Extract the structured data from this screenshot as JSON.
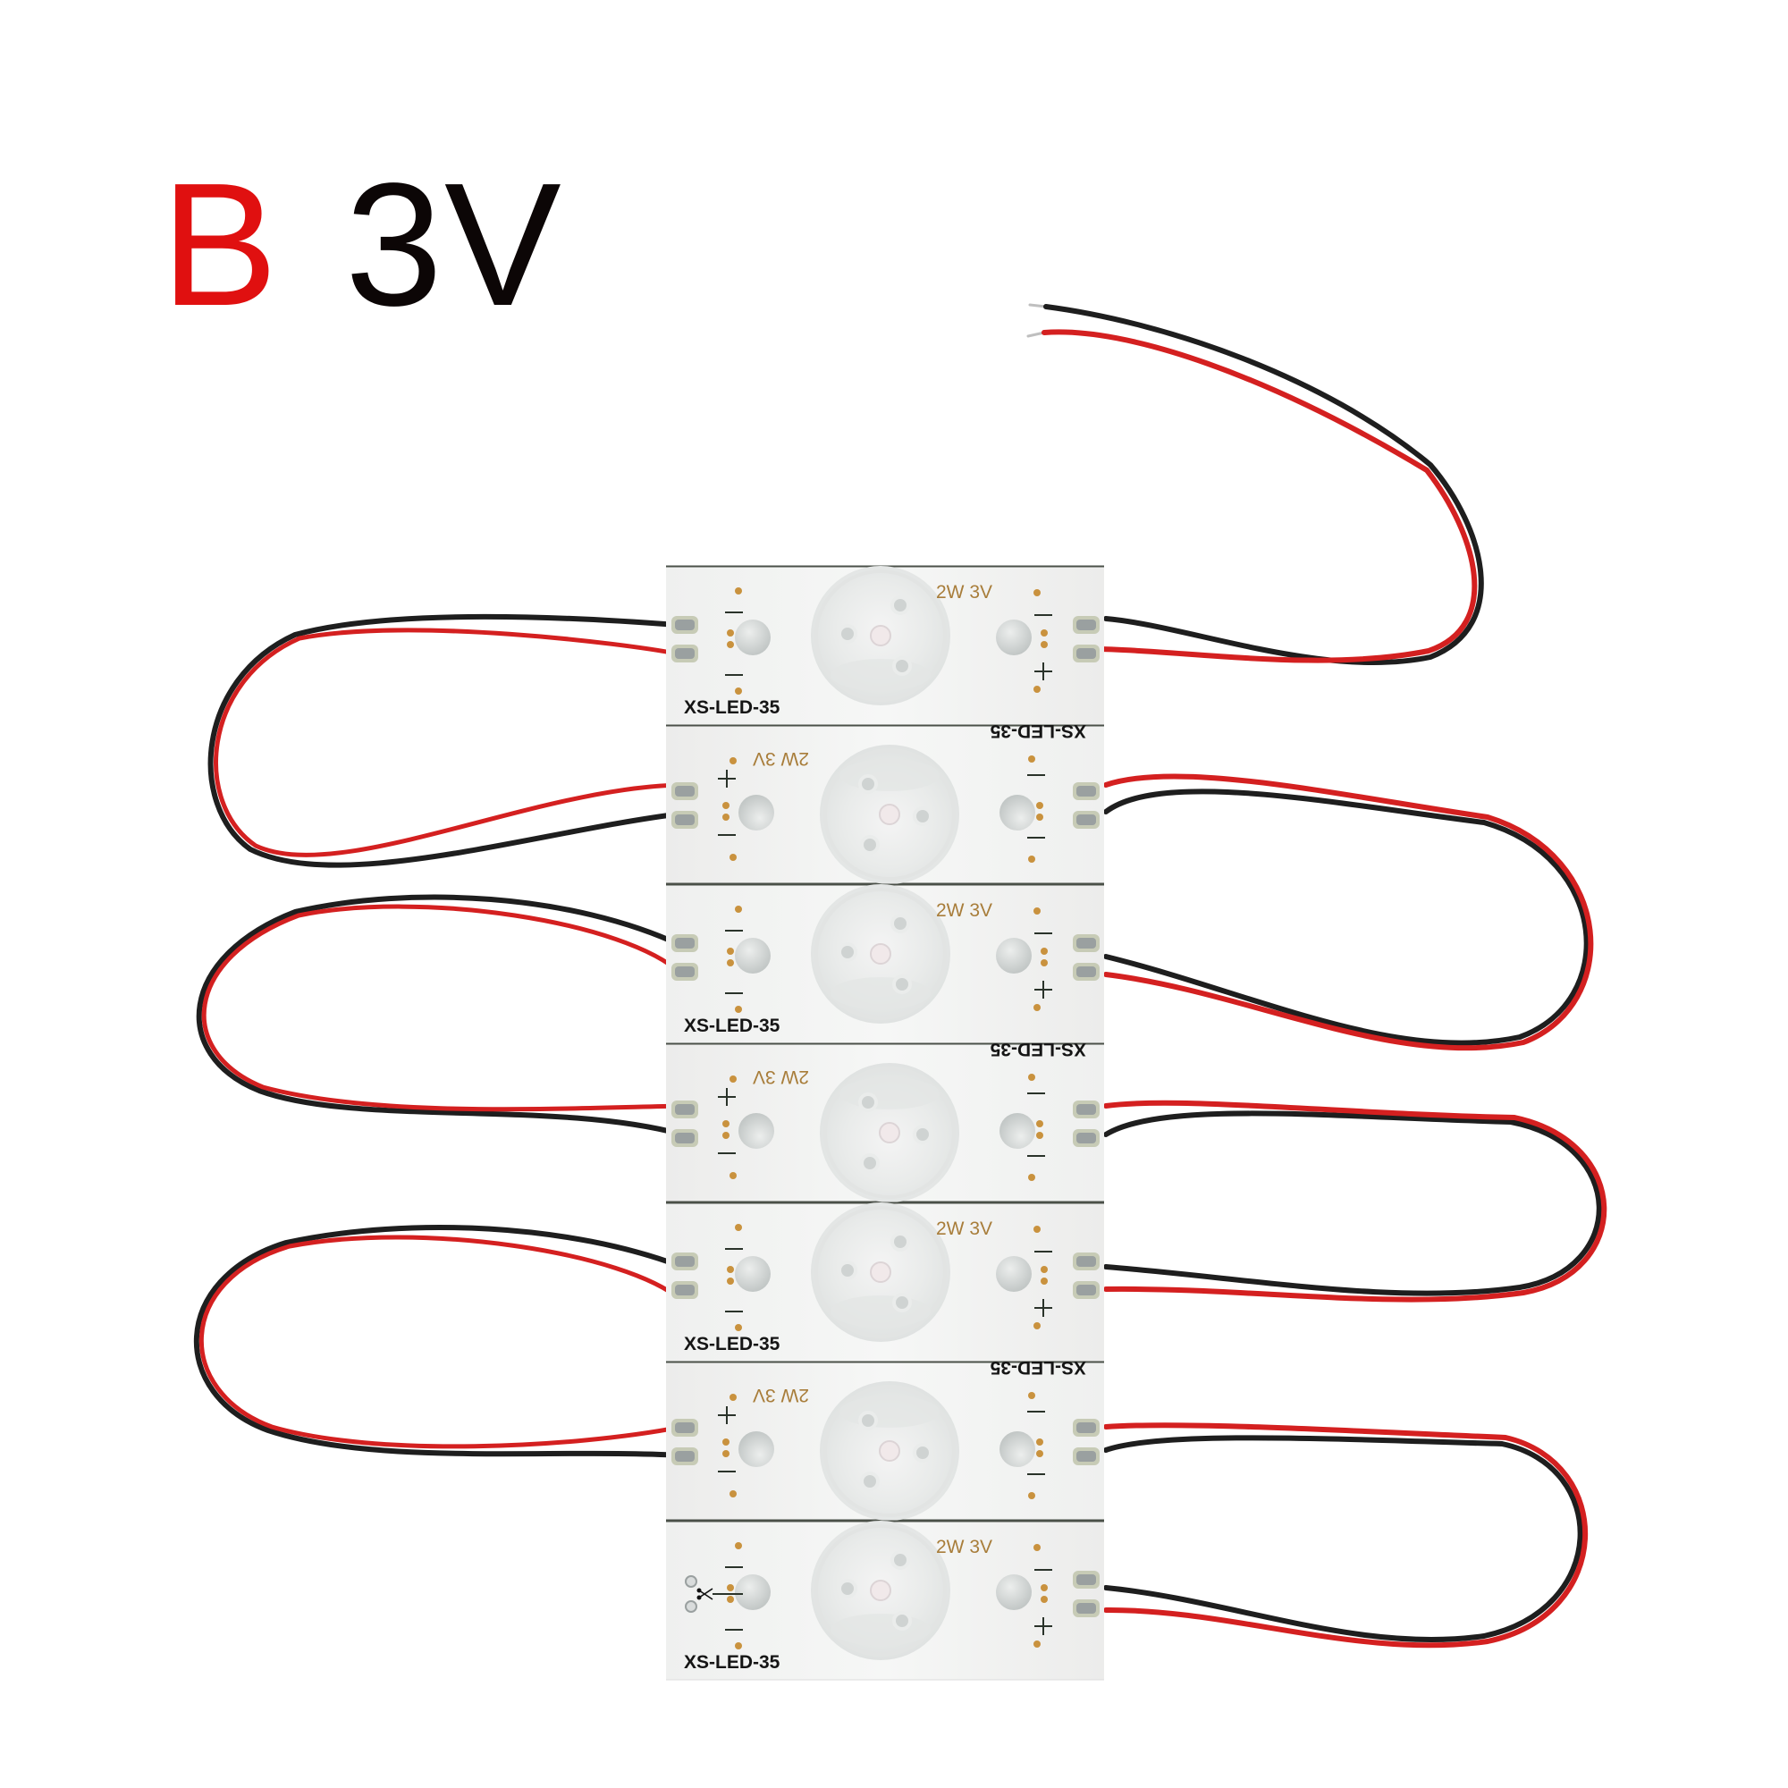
{
  "header": {
    "variant_label": "B",
    "voltage_label": "3V",
    "variant_color": "#e01010",
    "voltage_color": "#0c0606"
  },
  "product": {
    "board_count": 7,
    "model": "XS-LED-35",
    "spec": "2W 3V",
    "spec_color": "#a87d3a",
    "wire_colors": {
      "positive": "#d42020",
      "negative": "#1e1e1e"
    },
    "polarity_plus": "+",
    "polarity_minus": "—"
  },
  "boards": [
    {
      "index": 1,
      "orientation": "upright",
      "model_label": "XS-LED-35",
      "spec_label": "2W 3V"
    },
    {
      "index": 2,
      "orientation": "inverted",
      "model_label": "XS-LED-35",
      "spec_label": "2W 3V"
    },
    {
      "index": 3,
      "orientation": "upright",
      "model_label": "XS-LED-35",
      "spec_label": "2W 3V"
    },
    {
      "index": 4,
      "orientation": "inverted",
      "model_label": "XS-LED-35",
      "spec_label": "2W 3V"
    },
    {
      "index": 5,
      "orientation": "upright",
      "model_label": "XS-LED-35",
      "spec_label": "2W 3V"
    },
    {
      "index": 6,
      "orientation": "inverted",
      "model_label": "XS-LED-35",
      "spec_label": "2W 3V"
    },
    {
      "index": 7,
      "orientation": "upright",
      "model_label": "XS-LED-35",
      "spec_label": "2W 3V",
      "cut_mark": "scissors-icon"
    }
  ]
}
